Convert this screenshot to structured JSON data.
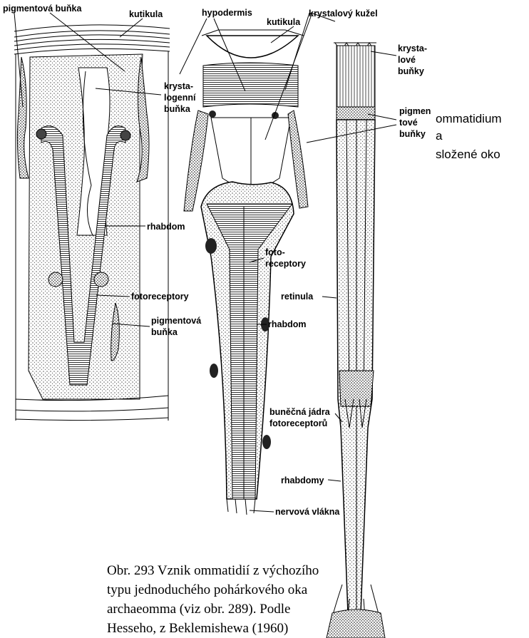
{
  "labels": {
    "pigmentova_bunka_top": "pigmentová buňka",
    "kutikula_left": "kutikula",
    "hypodermis": "hypodermis",
    "kutikula_mid": "kutikula",
    "krystalovy_kuzel": "krystalový kužel",
    "krystalove_bunky_1": "krysta-",
    "krystalove_bunky_2": "lové",
    "krystalove_bunky_3": "buňky",
    "krystalogenni_1": "krysta-",
    "krystalogenni_2": "logenní",
    "krystalogenni_3": "buňka",
    "pigmentove_bunky_1": "pigmen",
    "pigmentove_bunky_2": "tové",
    "pigmentove_bunky_3": "buňky",
    "rhabdom_left": "rhabdom",
    "fotoreceptory_mid_1": "foto-",
    "fotoreceptory_mid_2": "receptory",
    "retinula": "retinula",
    "fotoreceptory_left": "fotoreceptory",
    "pigmentova_bunka_low_1": "pigmentová",
    "pigmentova_bunka_low_2": "buňka",
    "rhabdom_mid": "rhabdom",
    "jadra_1": "buněčná jádra",
    "jadra_2": "fotoreceptorů",
    "rhabdomy": "rhabdomy",
    "nervova_vlakna": "nervová vlákna"
  },
  "side_title": {
    "line1": "ommatidium",
    "line2": "a",
    "line3": "složené oko"
  },
  "caption": {
    "line1": "Obr. 293  Vznik ommatidií z výchozího",
    "line2": "typu jednoduchého pohárkového oka",
    "line3": "archaeomma (viz obr. 289). Podle",
    "line4": "Hesseho, z Beklemishewa (1960)"
  }
}
